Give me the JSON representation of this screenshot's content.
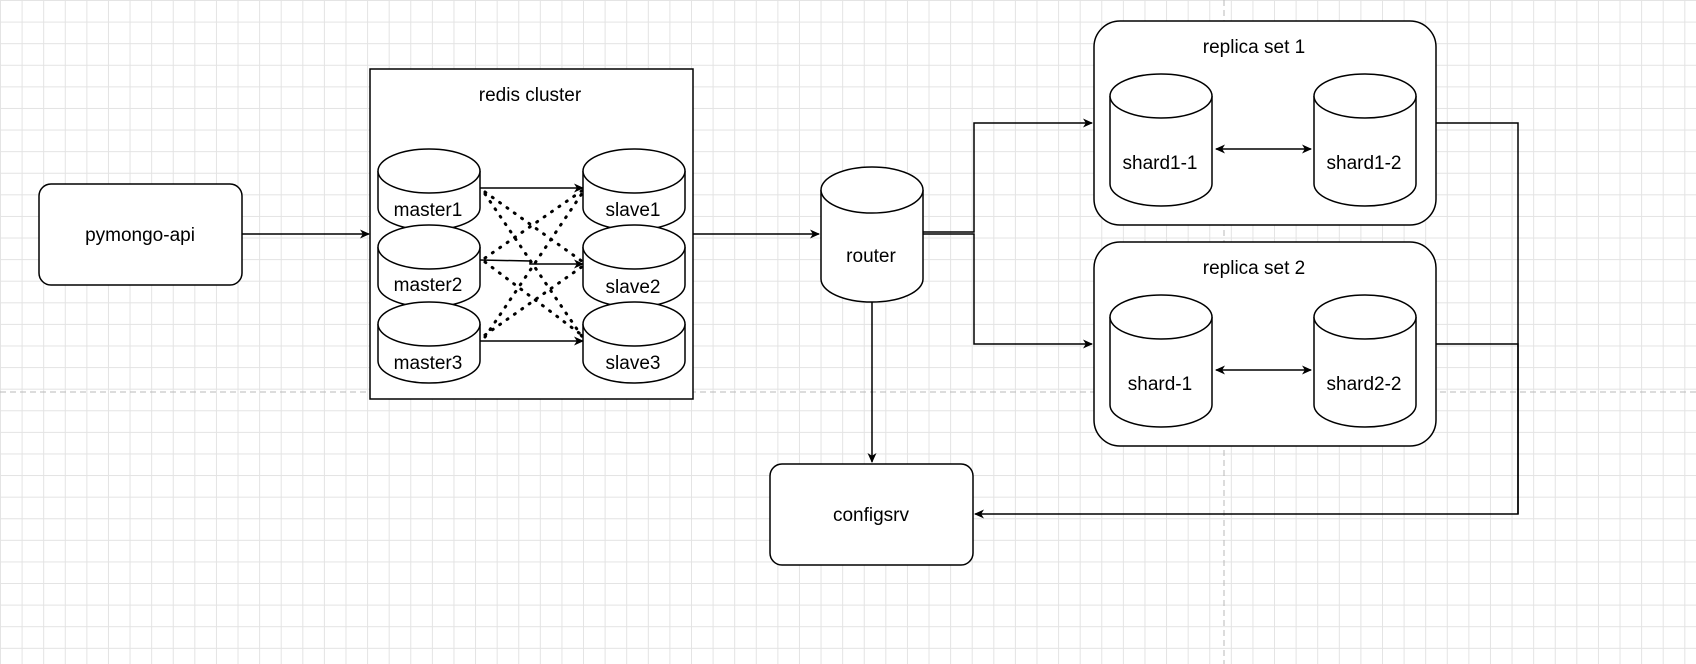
{
  "nodes": {
    "pymongo_api": "pymongo-api",
    "redis_cluster": "redis cluster",
    "master1": "master1",
    "master2": "master2",
    "master3": "master3",
    "slave1": "slave1",
    "slave2": "slave2",
    "slave3": "slave3",
    "router": "router",
    "configsrv": "configsrv",
    "replica_set_1": "replica set 1",
    "replica_set_2": "replica set 2",
    "shard1_1": "shard1-1",
    "shard1_2": "shard1-2",
    "shard_1": "shard-1",
    "shard2_2": "shard2-2"
  },
  "edges": [
    {
      "from": "pymongo-api",
      "to": "redis cluster",
      "style": "solid"
    },
    {
      "from": "master1",
      "to": "slave1",
      "style": "solid"
    },
    {
      "from": "master2",
      "to": "slave2",
      "style": "solid"
    },
    {
      "from": "master3",
      "to": "slave3",
      "style": "solid"
    },
    {
      "from": "master1",
      "to": "slave2",
      "style": "dotted"
    },
    {
      "from": "master1",
      "to": "slave3",
      "style": "dotted"
    },
    {
      "from": "master2",
      "to": "slave1",
      "style": "dotted"
    },
    {
      "from": "master2",
      "to": "slave3",
      "style": "dotted"
    },
    {
      "from": "master3",
      "to": "slave1",
      "style": "dotted"
    },
    {
      "from": "master3",
      "to": "slave2",
      "style": "dotted"
    },
    {
      "from": "redis cluster",
      "to": "router",
      "style": "solid"
    },
    {
      "from": "router",
      "to": "replica set 1",
      "style": "solid"
    },
    {
      "from": "router",
      "to": "replica set 2",
      "style": "solid"
    },
    {
      "from": "router",
      "to": "configsrv",
      "style": "solid"
    },
    {
      "from": "shard1-1",
      "to": "shard1-2",
      "style": "bidirectional"
    },
    {
      "from": "shard-1",
      "to": "shard2-2",
      "style": "bidirectional"
    },
    {
      "from": "replica set 1",
      "to": "configsrv",
      "style": "solid"
    },
    {
      "from": "replica set 2",
      "to": "configsrv",
      "style": "solid"
    }
  ],
  "colors": {
    "stroke": "#000000",
    "fill": "#ffffff",
    "grid": "#e3e3e3",
    "page_break": "#b8b8b8"
  }
}
